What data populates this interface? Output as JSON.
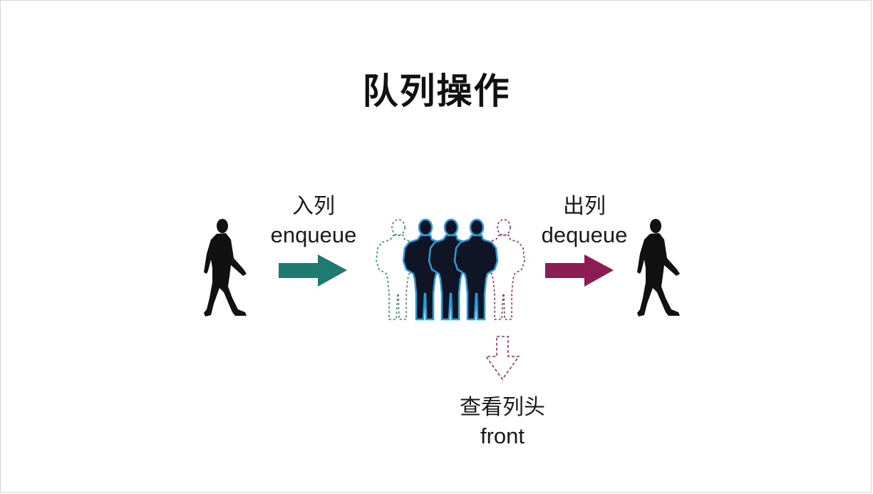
{
  "title": "队列操作",
  "enqueue": {
    "cn": "入列",
    "en": "enqueue",
    "color": "#1f7b72"
  },
  "dequeue": {
    "cn": "出列",
    "en": "dequeue",
    "color": "#8b1d52"
  },
  "front": {
    "cn": "查看列头",
    "en": "front",
    "color": "#8b1d52"
  },
  "queue": {
    "solid_people": 3,
    "glow_color": "#2f9bd6"
  },
  "icons": [
    "walking-person-icon",
    "standing-person-icon",
    "arrow-right-icon",
    "arrow-down-icon"
  ]
}
